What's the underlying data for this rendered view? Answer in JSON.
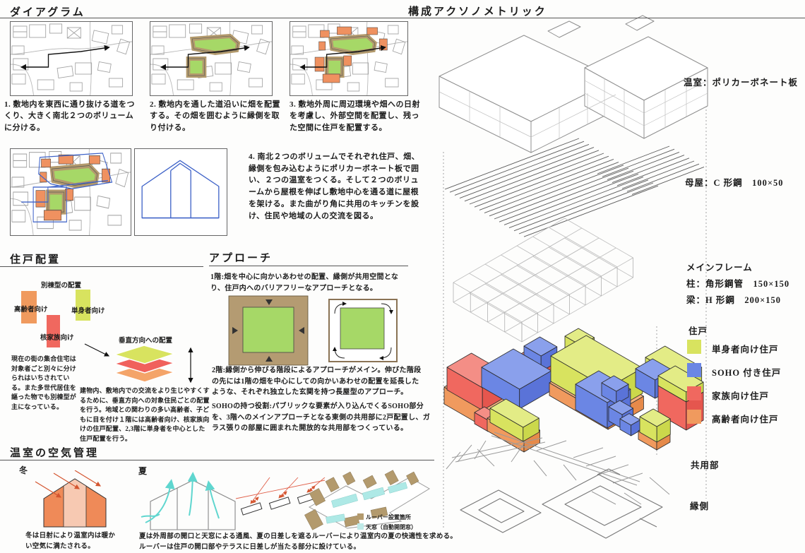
{
  "left": {
    "diagrams": {
      "title": "ダイアグラム",
      "captions": [
        "1. 敷地内を東西に通り抜ける道をつくり、大きく南北２つのボリュームに分ける。",
        "2. 敷地内を通した道沿いに畑を配置する。その畑を囲むように縁側を取り付ける。",
        "3. 敷地外周に周辺環境や畑への日射を考慮し、外部空間を配置し、残った空間に住戸を配置する。",
        "4. 南北２つのボリュームでそれぞれ住戸、畑、縁側を包み込むようにポリカーボネート板で囲い、２つの温室をつくる。そして２つのボリュームから屋根を伸ばし敷地中心を通る道に屋根を架ける。また曲がり角に共用のキッチンを設け、住民や地域の人の交流を図る。"
      ]
    },
    "unit_layout": {
      "title": "住戸配置",
      "betto_label": "別棟型の配置",
      "elderly_label": "高齢者向け",
      "single_label": "単身者向け",
      "family_label": "核家族向け",
      "vertical_label": "垂直方向への配置",
      "text_current": "現在の街の集合住宅は対象者ごと別々に分けられはいちされている。また多世代居住を謳った物でも別棟型が主になっている。",
      "text_vertical": "建物内、敷地内での交流をより生じやすくするために、垂直方向への対象住民ごとの配置を行う。地域との関わりの多い高齢者、子どもに目を付け１階には高齢者向け、核家族向けの住戸配置、2,3階に単身者を中心とした住戸配置を行う。"
    },
    "approach": {
      "title": "アプローチ",
      "text_1f": "1階:畑を中心に向かいあわせの配置、縁側が共用空間となり、住戸内へのバリアフリーなアプローチとなる。",
      "text_2f": "2階:縁側から伸びる階段によるアプローチがメイン。伸びた階段の先には1階の畑を中心にしての向かいあわせの配置を延長したような、それぞれ独立した玄関を持つ長屋型のアプローチ。",
      "text_soho": "SOHOの持つ役割:パブリックな要素が入り込んでくるSOHO部分を、3階へのメインアプローチとなる東側の共用部に2戸配置し、ガラス張りの部屋に囲まれた開放的な共用部をつくっている。"
    },
    "air": {
      "title": "温室の空気管理",
      "winter_label": "冬",
      "summer_label": "夏",
      "winter_caption": "冬は日射により温室内は暖かい空気に満たされる。",
      "summer_caption_1": "夏は外周部の開口と天窓による通風、夏の日差しを遮るルーバーにより温室内の夏の快適性を求める。",
      "summer_caption_2": "ルーバーは住戸の開口部やテラスに日差しが当たる部分に設けている。",
      "legend": [
        {
          "label": "ルーバー設置箇所",
          "color": "#b39a6d"
        },
        {
          "label": "天窓（自動開閉窓）",
          "color": "#bfeae8"
        }
      ]
    }
  },
  "right": {
    "title": "構成アクソノメトリック",
    "layer_labels": {
      "greenhouse": "温室：ポリカーボネート板",
      "purlin": "母屋：C 形鋼　100×50",
      "mainframe": "メインフレーム",
      "column": "柱：角形鋼管　150×150",
      "beam": "梁：H 形鋼　200×150",
      "units": "住戸",
      "common": "共用部",
      "engawa": "縁側"
    },
    "unit_legend": [
      {
        "label": "単身者向け住戸",
        "color": "#d8e35f"
      },
      {
        "label": "SOHO 付き住戸",
        "color": "#6b86e4"
      },
      {
        "label": "家族向け住戸",
        "color": "#f0685f"
      },
      {
        "label": "高齢者向け住戸",
        "color": "#f09a5e"
      }
    ]
  },
  "palette": {
    "single_yellow": "#d8e35f",
    "soho_blue": "#6b86e4",
    "family_red": "#f0685f",
    "elderly_orange": "#f09a5e",
    "field_green": "#a6d867",
    "engawa_tan": "#b49b72",
    "sky_cyan": "#8fe0dc",
    "sketch_blue": "#3f63c8"
  }
}
